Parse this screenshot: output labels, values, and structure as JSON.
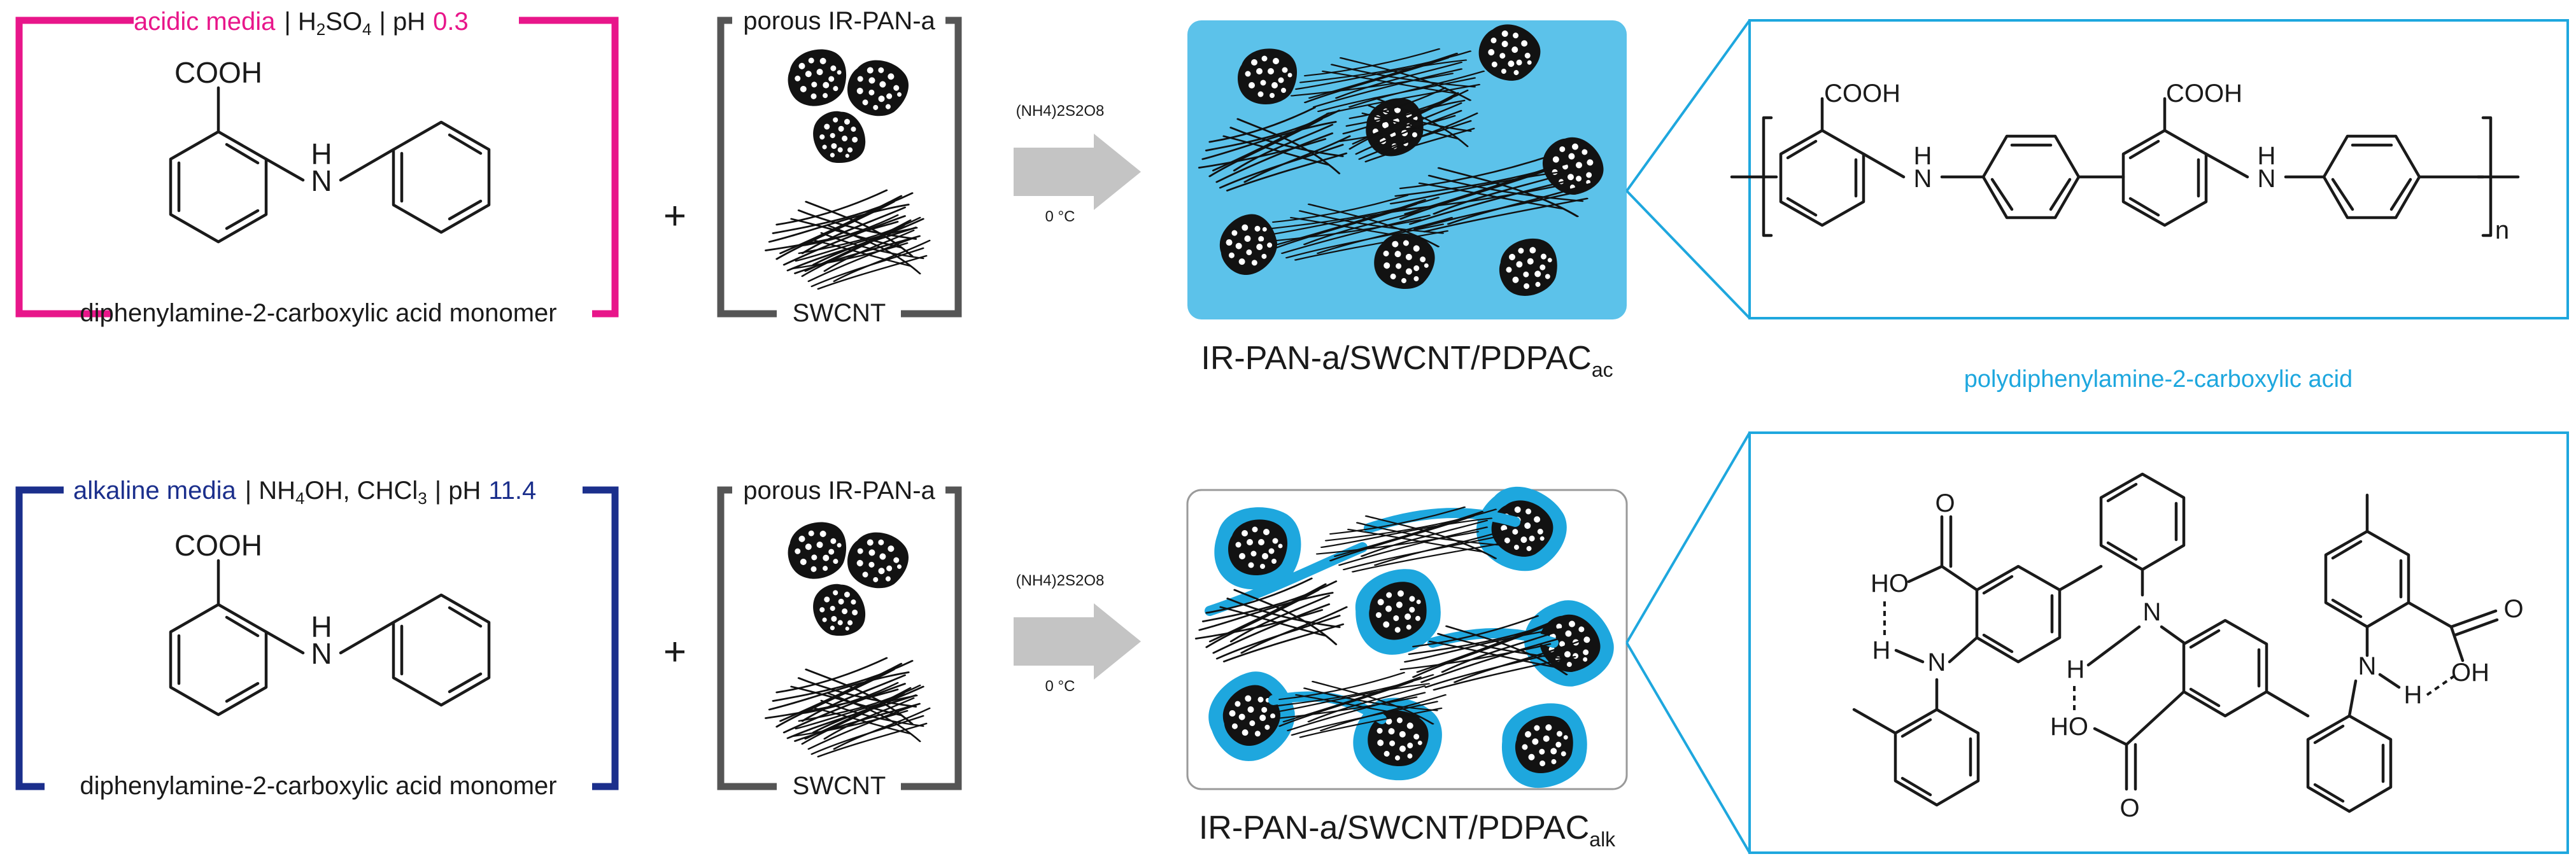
{
  "top_row": {
    "media_name": "acidic media",
    "media_h2so4_a": "| H",
    "media_h2so4_sub2": "2",
    "media_h2so4_b": "SO",
    "media_h2so4_sub4": "4",
    "media_ph_label": "| pH",
    "media_ph_value": "0.3",
    "monomer_label": "diphenylamine-2-carboxylic acid monomer",
    "plus": "+",
    "tube_top_label": "porous IR-PAN-a",
    "tube_bottom_label": "SWCNT",
    "oxidant": "(NH4)2S2O8",
    "temperature": "0 °C",
    "product_main": "IR-PAN-a/SWCNT/PDPAC",
    "product_sub": "ac",
    "polymer_name": "polydiphenylamine-2-carboxylic acid",
    "repeat_n": "n"
  },
  "bottom_row": {
    "media_name": "alkaline media",
    "media_nh4oh": "| NH",
    "media_nh4oh_sub": "4",
    "media_nh4oh_b": "OH, CHCl",
    "media_chcl3_sub": "3",
    "media_ph_label": "| pH",
    "media_ph_value": "11.4",
    "monomer_label": "diphenylamine-2-carboxylic acid monomer",
    "plus": "+",
    "tube_top_label": "porous IR-PAN-a",
    "tube_bottom_label": "SWCNT",
    "oxidant": "(NH4)2S2O8",
    "temperature": "0 °C",
    "product_main": "IR-PAN-a/SWCNT/PDPAC",
    "product_sub": "alk"
  },
  "atoms": {
    "cooh": "COOH",
    "h": "H",
    "n": "N",
    "o": "O",
    "ho": "HO",
    "oh": "OH"
  },
  "colors": {
    "acidic_bracket": "#e8168a",
    "alkaline_bracket": "#1b2f8c",
    "cyan": "#1ea7de",
    "box_fill": "#5cc2ea",
    "gray_bracket": "#555555",
    "arrow_gray": "#c4c4c4"
  }
}
